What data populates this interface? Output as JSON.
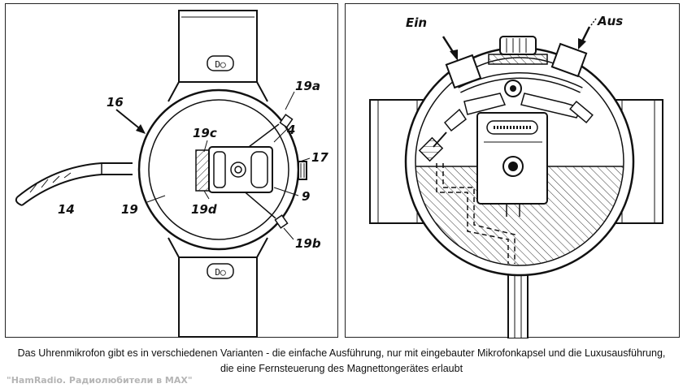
{
  "left_figure": {
    "labels": {
      "l16": "16",
      "l19a": "19a",
      "l4": "4",
      "l19c": "19c",
      "l17": "17",
      "l9": "9",
      "l19d": "19d",
      "l19": "19",
      "l14": "14",
      "l19b": "19b"
    }
  },
  "right_figure": {
    "labels": {
      "ein": "Ein",
      "aus": "Aus"
    }
  },
  "caption": {
    "line1": "Das Uhrenmikrofon gibt es in verschiedenen Varianten - die einfache Ausführung, nur mit eingebauter Mikrofonkapsel und die Luxusausführung,",
    "line2": "die eine Fernsteuerung des Magnettongerätes erlaubt"
  },
  "watermark": "\"HamRadio. Радиолюбители в MAX\""
}
